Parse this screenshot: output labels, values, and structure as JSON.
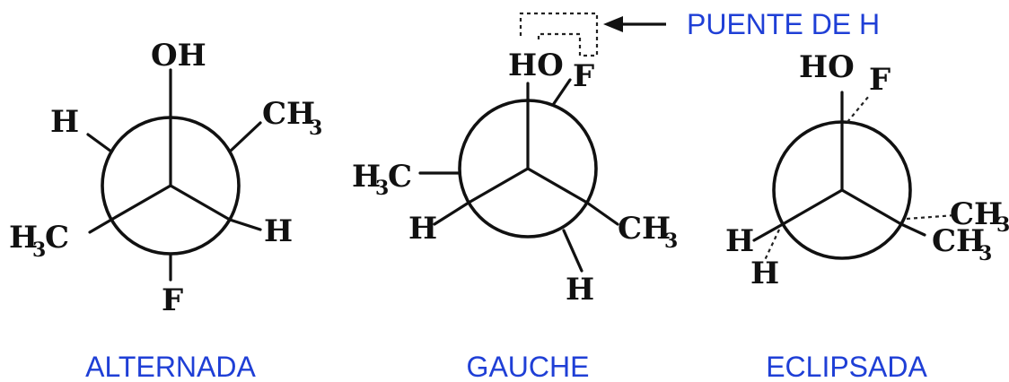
{
  "colors": {
    "caption": "#1f3fd6",
    "ink": "#111111"
  },
  "label": {
    "hydrogen_bond": "PUENTE DE H"
  },
  "projections": [
    {
      "name": "ALTERNADA",
      "atoms": {
        "oh": "OH",
        "h_left": "H",
        "ch3_right": "CH",
        "ch3_right_sub": "3",
        "h3c_left": "H",
        "h3c_left_sub": "3",
        "h3c_left_c": "C",
        "h_right": "H",
        "f_bottom": "F"
      }
    },
    {
      "name": "GAUCHE",
      "atoms": {
        "ho": "HO",
        "f": "F",
        "h3c_left": "H",
        "h3c_left_sub": "3",
        "h3c_left_c": "C",
        "h_left": "H",
        "ch3_right": "CH",
        "ch3_right_sub": "3",
        "h_bottom": "H"
      }
    },
    {
      "name": "ECLIPSADA",
      "atoms": {
        "ho": "HO",
        "f": "F",
        "ch3_a": "CH",
        "ch3_a_sub": "3",
        "ch3_b": "CH",
        "ch3_b_sub": "3",
        "h_a": "H",
        "h_b": "H"
      }
    }
  ]
}
